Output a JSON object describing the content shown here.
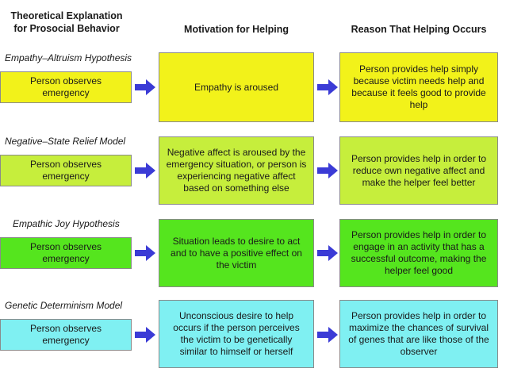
{
  "headers": {
    "col1": "Theoretical Explanation for Prosocial Behavior",
    "col2": "Motivation for Helping",
    "col3": "Reason That Helping Occurs"
  },
  "colors": {
    "yellow": "#f2f21a",
    "light_green": "#c6ee3c",
    "green": "#55e51e",
    "cyan": "#7ff0f2",
    "arrow": "#3b3bd6"
  },
  "rows": [
    {
      "title": "Empathy–Altruism Hypothesis",
      "observe": "Person observes emergency",
      "motivation": "Empathy is aroused",
      "reason": "Person provides help simply because victim needs help and because it feels good to provide help"
    },
    {
      "title": "Negative–State Relief Model",
      "observe": "Person observes emergency",
      "motivation": "Negative affect is aroused by the emergency situation, or person is experiencing negative affect based on something else",
      "reason": "Person provides help in order to reduce own negative affect and make the helper feel better"
    },
    {
      "title": "Empathic Joy Hypothesis",
      "observe": "Person observes emergency",
      "motivation": "Situation leads to desire to act and to have a positive effect on the victim",
      "reason": "Person provides help in order to engage in an activity that has a successful outcome, making the helper feel good"
    },
    {
      "title": "Genetic Determinism Model",
      "observe": "Person observes emergency",
      "motivation": "Unconscious desire to help occurs if the person perceives the victim to be genetically similar to himself or herself",
      "reason": "Person provides help in order to maximize the chances of survival of genes that are like those of the observer"
    }
  ]
}
